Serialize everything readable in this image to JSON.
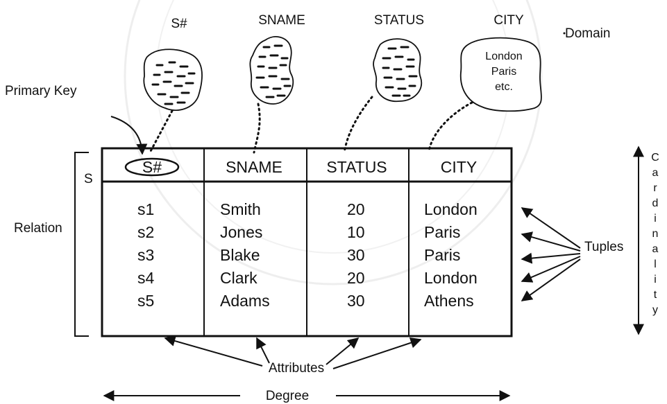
{
  "domain_blobs": [
    {
      "label": "S#",
      "kind": "values"
    },
    {
      "label": "SNAME",
      "kind": "values"
    },
    {
      "label": "STATUS",
      "kind": "values"
    },
    {
      "label": "CITY",
      "kind": "list",
      "items": [
        "London",
        "Paris",
        "etc."
      ]
    }
  ],
  "labels": {
    "domain": "Domain",
    "primary_key": "Primary Key",
    "relation": "Relation",
    "relation_name": "S",
    "tuples": "Tuples",
    "attributes": "Attributes",
    "degree": "Degree",
    "cardinality": [
      "C",
      "a",
      "r",
      "d",
      "i",
      "n",
      "a",
      "l",
      "i",
      "t",
      "y"
    ]
  },
  "table": {
    "headers": [
      "S#",
      "SNAME",
      "STATUS",
      "CITY"
    ],
    "rows": [
      [
        "s1",
        "Smith",
        "20",
        "London"
      ],
      [
        "s2",
        "Jones",
        "10",
        "Paris"
      ],
      [
        "s3",
        "Blake",
        "30",
        "Paris"
      ],
      [
        "s4",
        "Clark",
        "20",
        "London"
      ],
      [
        "s5",
        "Adams",
        "30",
        "Athens"
      ]
    ]
  },
  "colors": {
    "ink": "#111111",
    "watermark": "#cfcfcf"
  }
}
